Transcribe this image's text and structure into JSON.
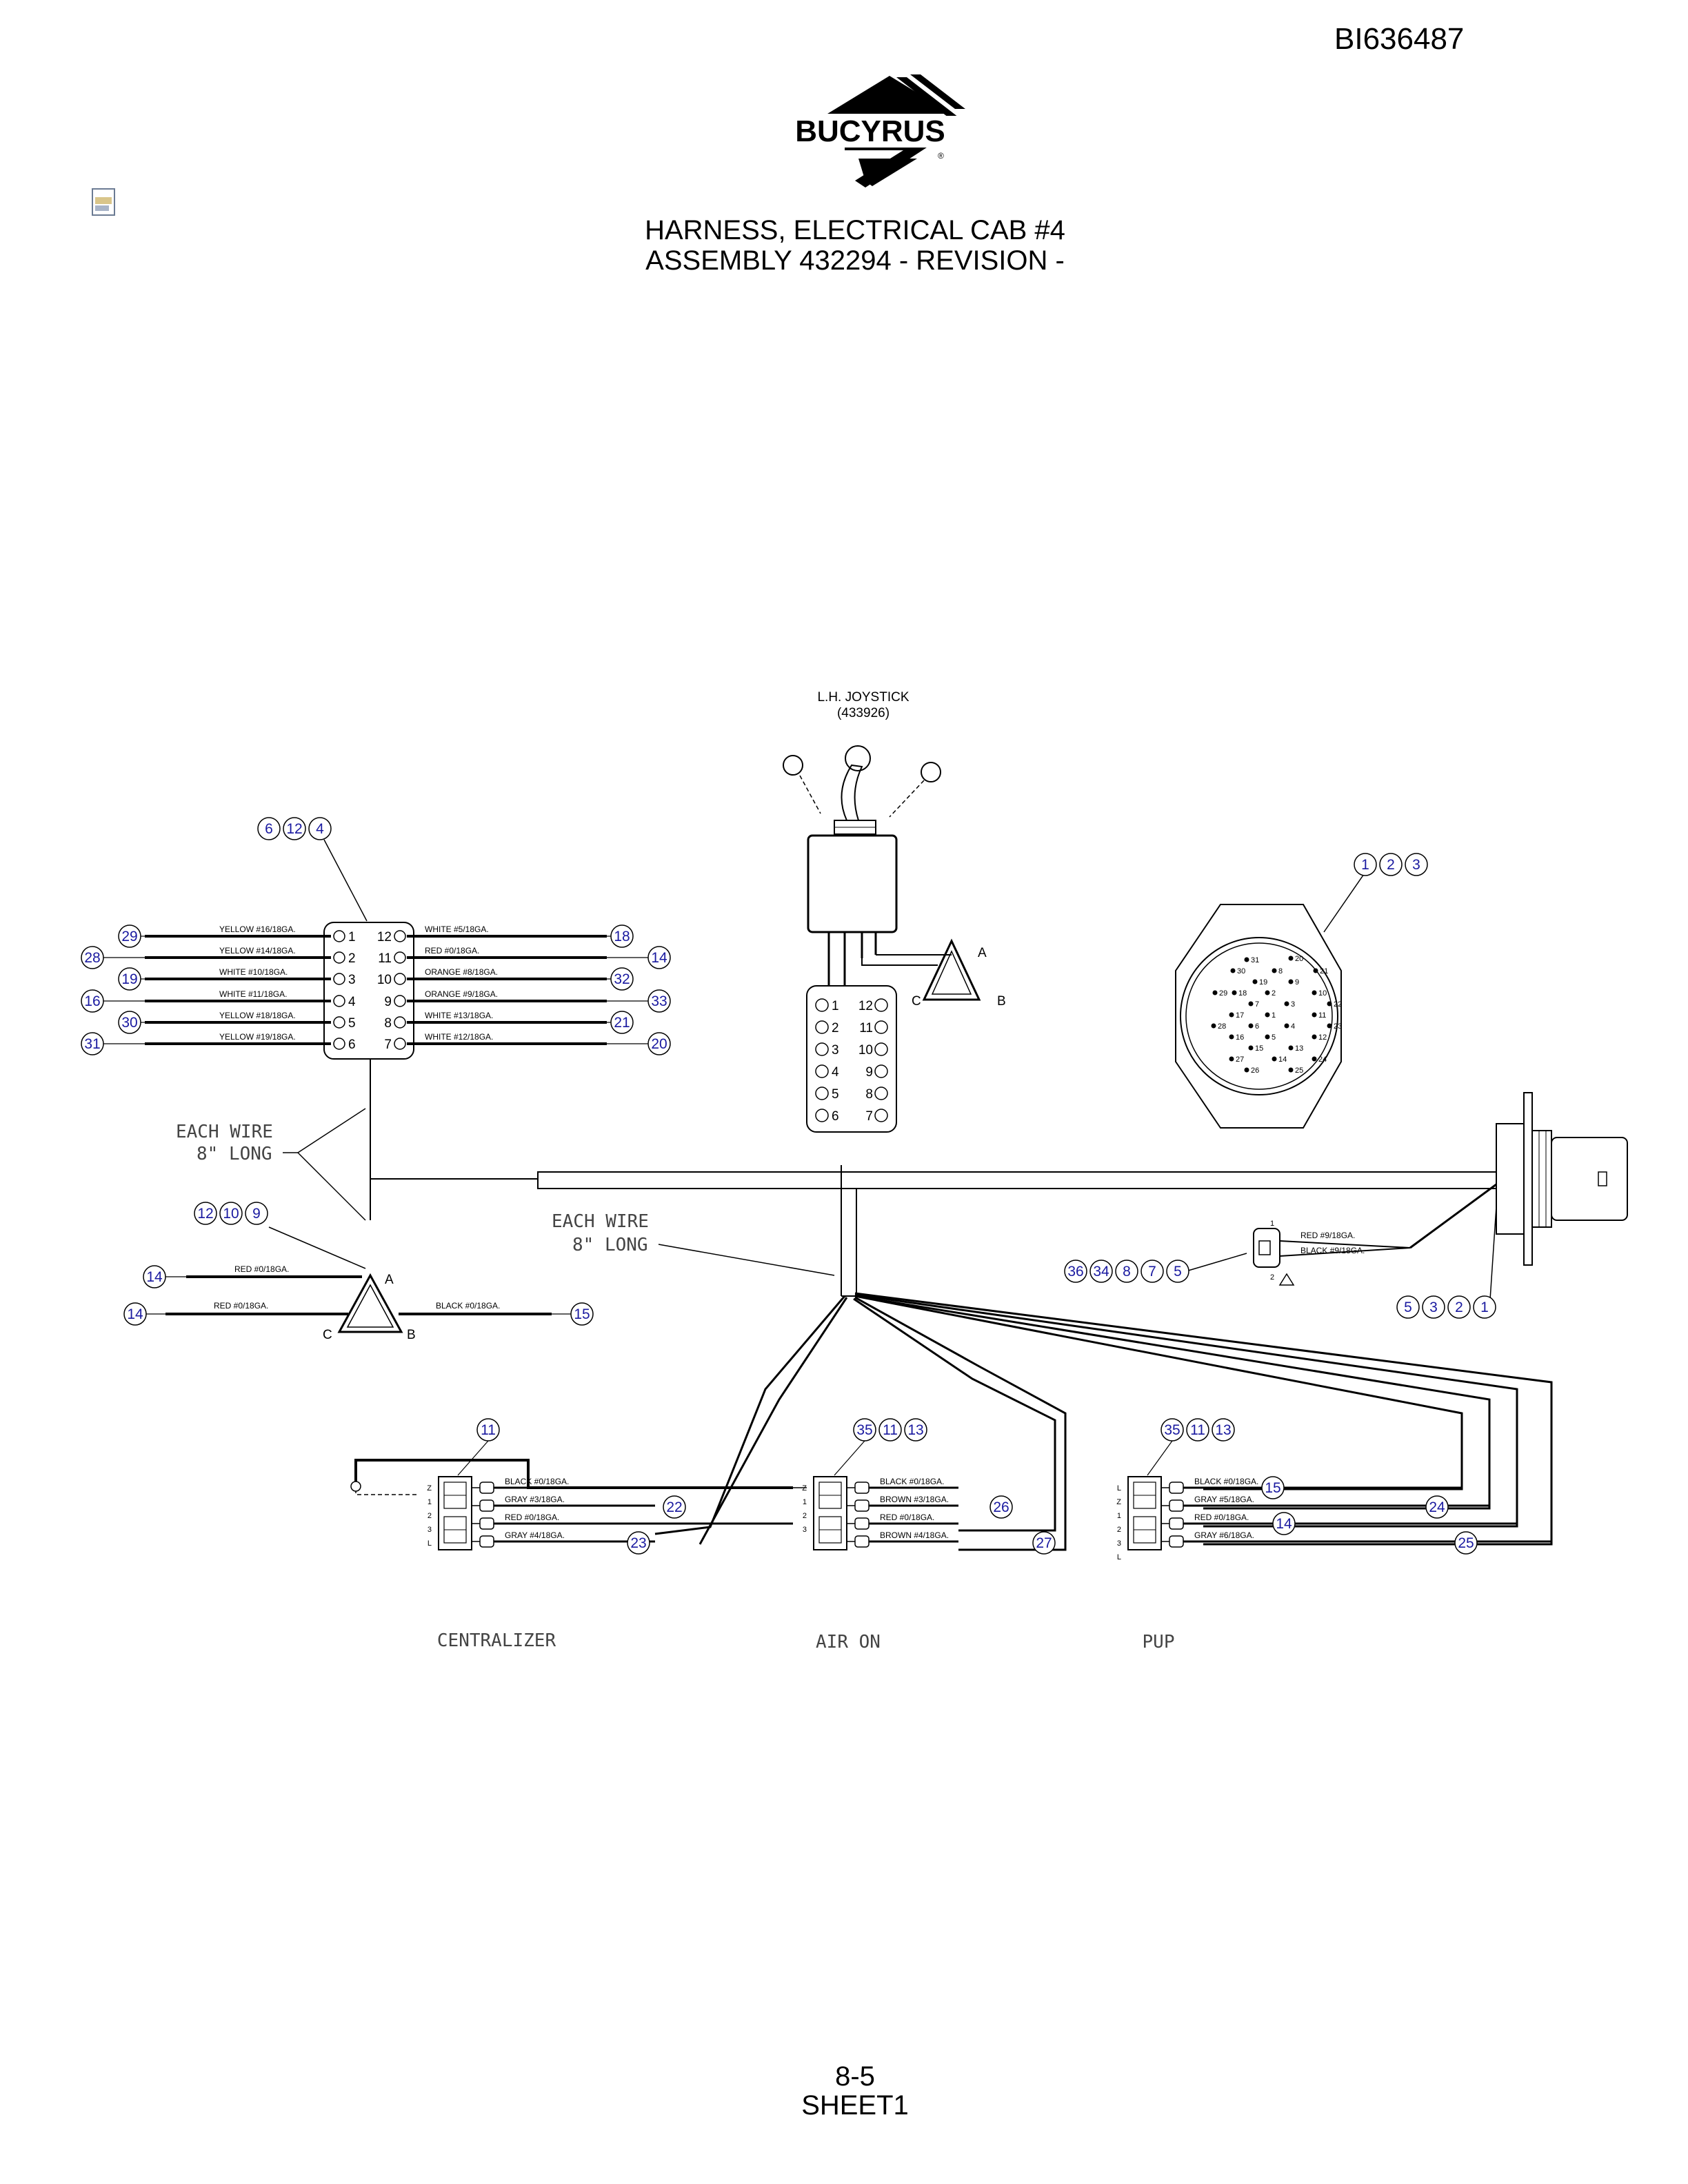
{
  "header": {
    "doc_id": "BI636487",
    "logo_text": "BUCYRUS",
    "logo_reg": "®",
    "title_line1": "HARNESS, ELECTRICAL CAB #4",
    "title_line2": "ASSEMBLY 432294 - REVISION -"
  },
  "footer": {
    "page": "8-5",
    "sheet": "SHEET1"
  },
  "labels": {
    "joystick_name": "L.H. JOYSTICK",
    "joystick_part": "(433926)",
    "each_wire_1a": "EACH WIRE",
    "each_wire_1b": "8\" LONG",
    "each_wire_2a": "EACH WIRE",
    "each_wire_2b": "8\" LONG",
    "centralizer": "CENTRALIZER",
    "air_on": "AIR ON",
    "pup": "PUP",
    "pin_a": "A",
    "pin_b": "B",
    "pin_c": "C",
    "pin_a2": "A",
    "pin_b2": "B",
    "pin_c2": "C",
    "dt_pin1": "1",
    "dt_pin2": "2"
  },
  "colors": {
    "balloon": "#1a1aa0",
    "line": "#000000"
  },
  "connector12": {
    "balloons_top": [
      "6",
      "12",
      "4"
    ],
    "left_wires": [
      {
        "balloon": "29",
        "label": "YELLOW #16/18GA.",
        "pin": "1"
      },
      {
        "balloon": "28",
        "label": "YELLOW #14/18GA.",
        "pin": "2"
      },
      {
        "balloon": "19",
        "label": "WHITE #10/18GA.",
        "pin": "3"
      },
      {
        "balloon": "16",
        "label": "WHITE #11/18GA.",
        "pin": "4"
      },
      {
        "balloon": "30",
        "label": "YELLOW #18/18GA.",
        "pin": "5"
      },
      {
        "balloon": "31",
        "label": "YELLOW #19/18GA.",
        "pin": "6"
      }
    ],
    "right_wires": [
      {
        "balloon": "18",
        "label": "WHITE #5/18GA.",
        "pin": "12"
      },
      {
        "balloon": "14",
        "label": "RED #0/18GA.",
        "pin": "11"
      },
      {
        "balloon": "32",
        "label": "ORANGE #8/18GA.",
        "pin": "10"
      },
      {
        "balloon": "33",
        "label": "ORANGE #9/18GA.",
        "pin": "9"
      },
      {
        "balloon": "21",
        "label": "WHITE #13/18GA.",
        "pin": "8"
      },
      {
        "balloon": "20",
        "label": "WHITE #12/18GA.",
        "pin": "7"
      }
    ]
  },
  "joystick_plug": {
    "left_pins": [
      "1",
      "2",
      "3",
      "4",
      "5",
      "6"
    ],
    "right_pins": [
      "12",
      "11",
      "10",
      "9",
      "8",
      "7"
    ]
  },
  "round_connector": {
    "balloons_top": [
      "1",
      "2",
      "3"
    ],
    "balloons_bottom": [
      "5",
      "3",
      "2",
      "1"
    ],
    "pins": [
      "31",
      "20",
      "30",
      "8",
      "21",
      "19",
      "9",
      "29",
      "18",
      "2",
      "10",
      "7",
      "3",
      "22",
      "17",
      "1",
      "11",
      "28",
      "6",
      "4",
      "23",
      "16",
      "5",
      "12",
      "15",
      "13",
      "27",
      "14",
      "24",
      "26",
      "25"
    ]
  },
  "tri_connector": {
    "balloons_top": [
      "12",
      "10",
      "9"
    ],
    "wires": [
      {
        "balloon": "14",
        "label": "RED #0/18GA."
      },
      {
        "balloon": "14",
        "label": "RED #0/18GA."
      },
      {
        "balloon": "15",
        "label": "BLACK #0/18GA."
      }
    ]
  },
  "dt_connector": {
    "balloons": [
      "36",
      "34",
      "8",
      "7",
      "5"
    ],
    "wire1": "RED #9/18GA.",
    "wire2": "BLACK #9/18GA."
  },
  "switches": {
    "centralizer": {
      "balloon": "11",
      "pin_marks": [
        "Z",
        "1",
        "2",
        "3",
        "L"
      ],
      "wires": [
        {
          "label": "BLACK #0/18GA.",
          "balloon": ""
        },
        {
          "label": "GRAY #3/18GA.",
          "balloon": "22"
        },
        {
          "label": "RED #0/18GA.",
          "balloon": ""
        },
        {
          "label": "GRAY #4/18GA.",
          "balloon": "23"
        }
      ]
    },
    "air_on": {
      "balloons": [
        "35",
        "11",
        "13"
      ],
      "pin_marks": [
        "Z",
        "1",
        "2",
        "3"
      ],
      "wires": [
        {
          "label": "BLACK #0/18GA.",
          "balloon": ""
        },
        {
          "label": "BROWN #3/18GA.",
          "balloon": "26"
        },
        {
          "label": "RED #0/18GA.",
          "balloon": ""
        },
        {
          "label": "BROWN #4/18GA.",
          "balloon": "27"
        }
      ]
    },
    "pup": {
      "balloons": [
        "35",
        "11",
        "13"
      ],
      "pin_marks": [
        "L",
        "Z",
        "1",
        "2",
        "3",
        "L"
      ],
      "wires": [
        {
          "label": "BLACK #0/18GA.",
          "balloon": "15"
        },
        {
          "label": "GRAY #5/18GA.",
          "balloon": "24"
        },
        {
          "label": "RED #0/18GA.",
          "balloon": "14"
        },
        {
          "label": "GRAY #6/18GA.",
          "balloon": "25"
        }
      ]
    }
  }
}
